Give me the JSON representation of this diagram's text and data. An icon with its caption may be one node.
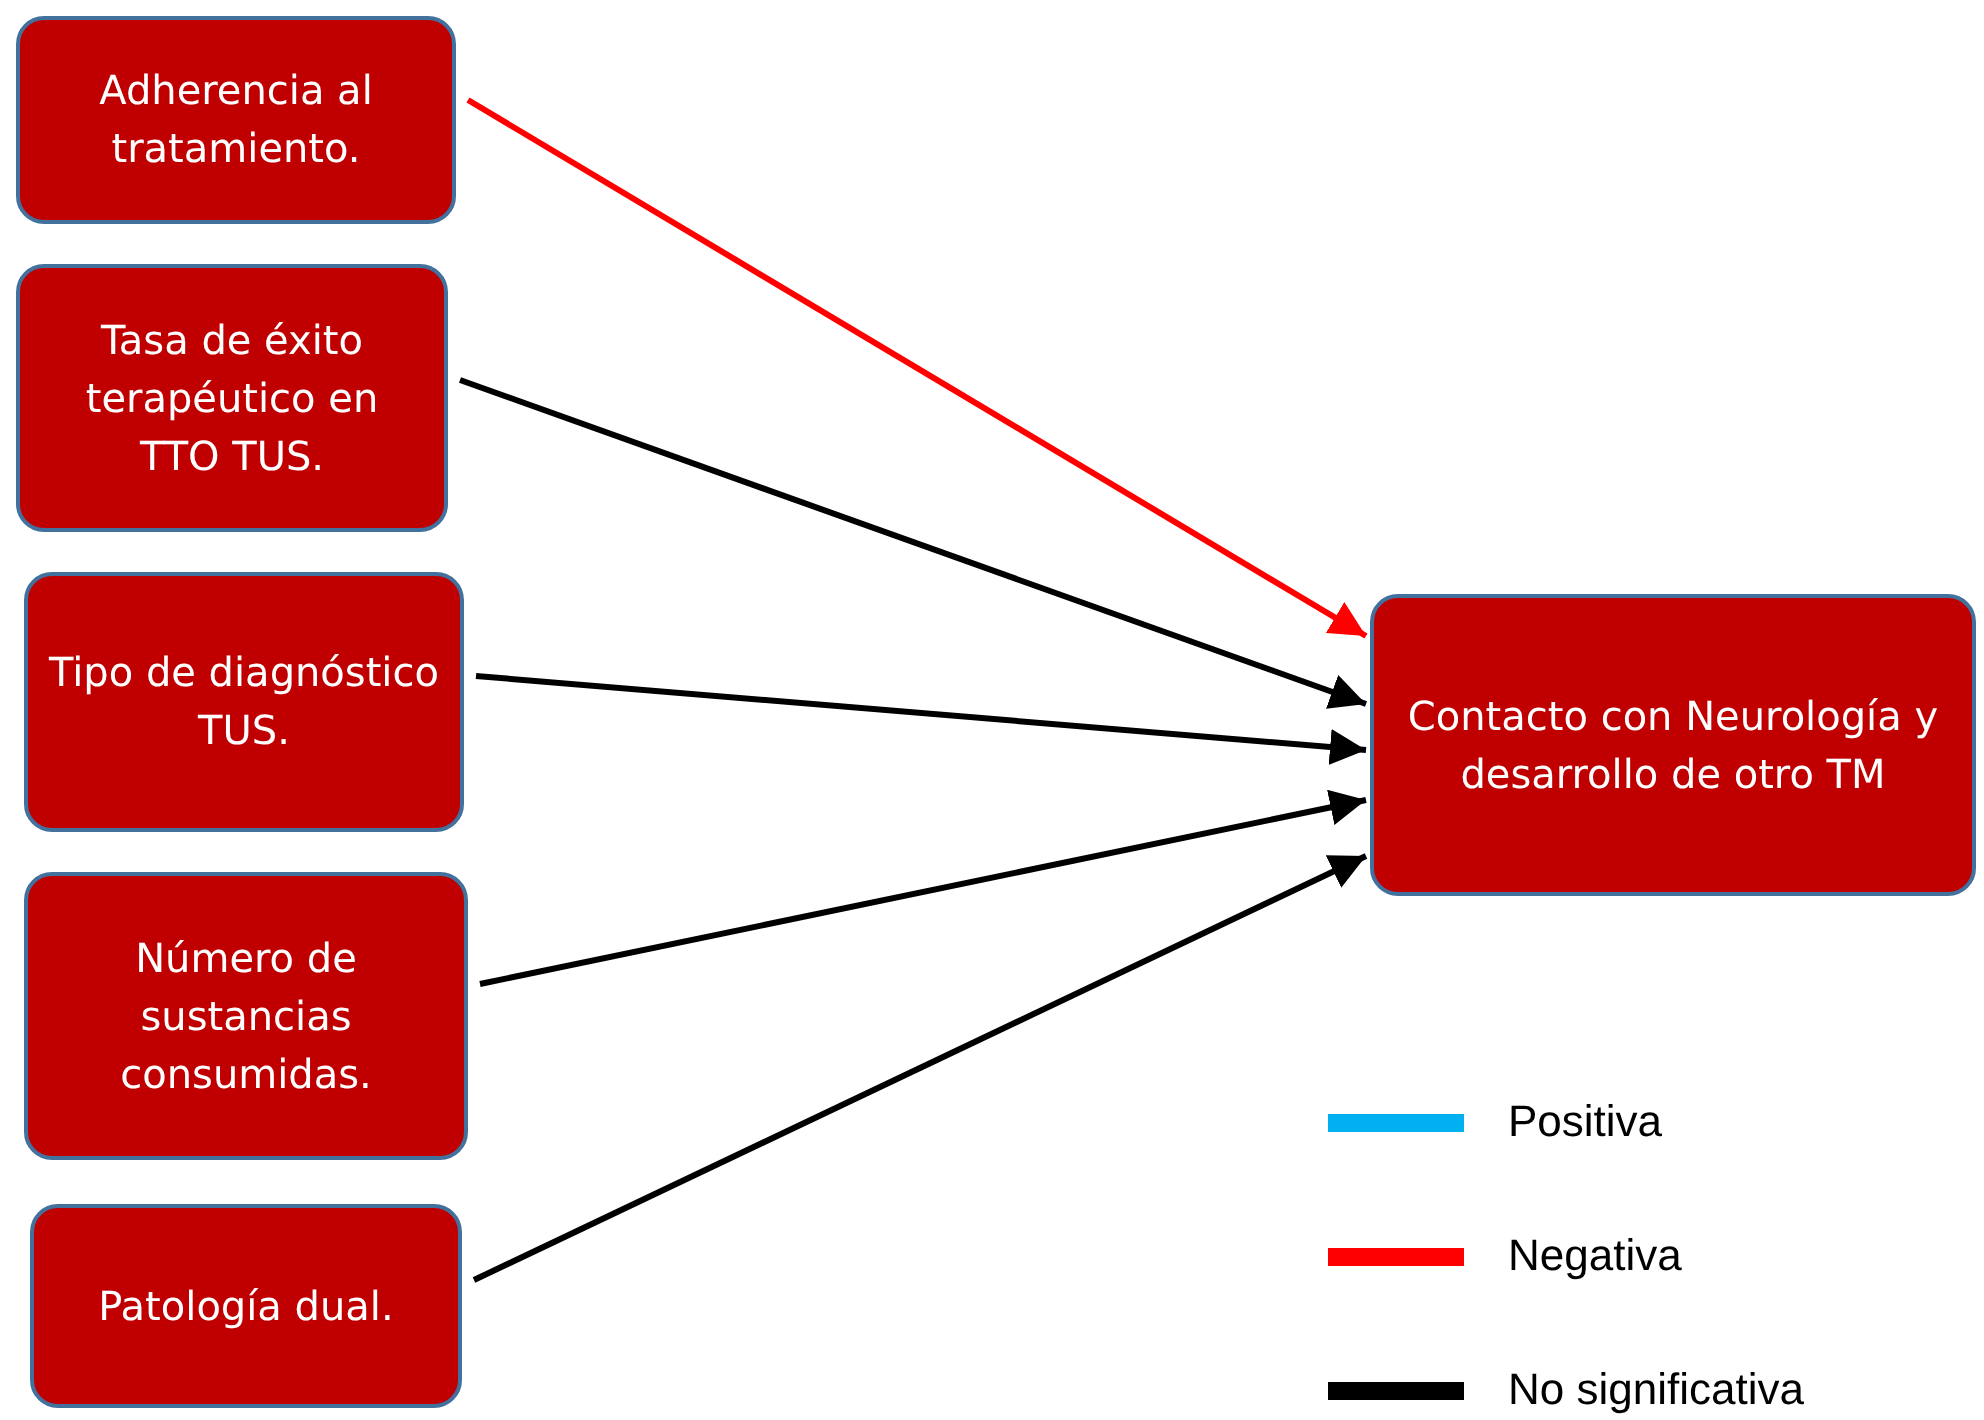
{
  "diagram": {
    "nodes": [
      {
        "text": [
          "Adherencia al tratamiento."
        ]
      },
      {
        "text": [
          "Tasa de éxito terapéutico en TTO TUS."
        ]
      },
      {
        "text": [
          "Tipo de diagnóstico TUS."
        ]
      },
      {
        "text": [
          "Número de sustancias consumidas."
        ]
      },
      {
        "text": [
          "Patología dual."
        ]
      },
      {
        "text": [
          "Contacto con Neurología y desarrollo de otro TM"
        ]
      }
    ],
    "edges": [
      {
        "from": 0,
        "to": 5,
        "arrow": "to",
        "color": "#ff0000"
      },
      {
        "from": 1,
        "to": 5,
        "arrow": "to"
      },
      {
        "from": 2,
        "to": 5,
        "arrow": "to"
      },
      {
        "from": 3,
        "to": 5,
        "arrow": "to"
      },
      {
        "from": 4,
        "to": 5,
        "arrow": "to"
      }
    ],
    "legend": [
      {
        "text": "Positiva",
        "color": "#00b0f0"
      },
      {
        "text": "Negativa",
        "color": "#ff0000"
      },
      {
        "text": "No significativa",
        "color": "#000000"
      }
    ]
  }
}
